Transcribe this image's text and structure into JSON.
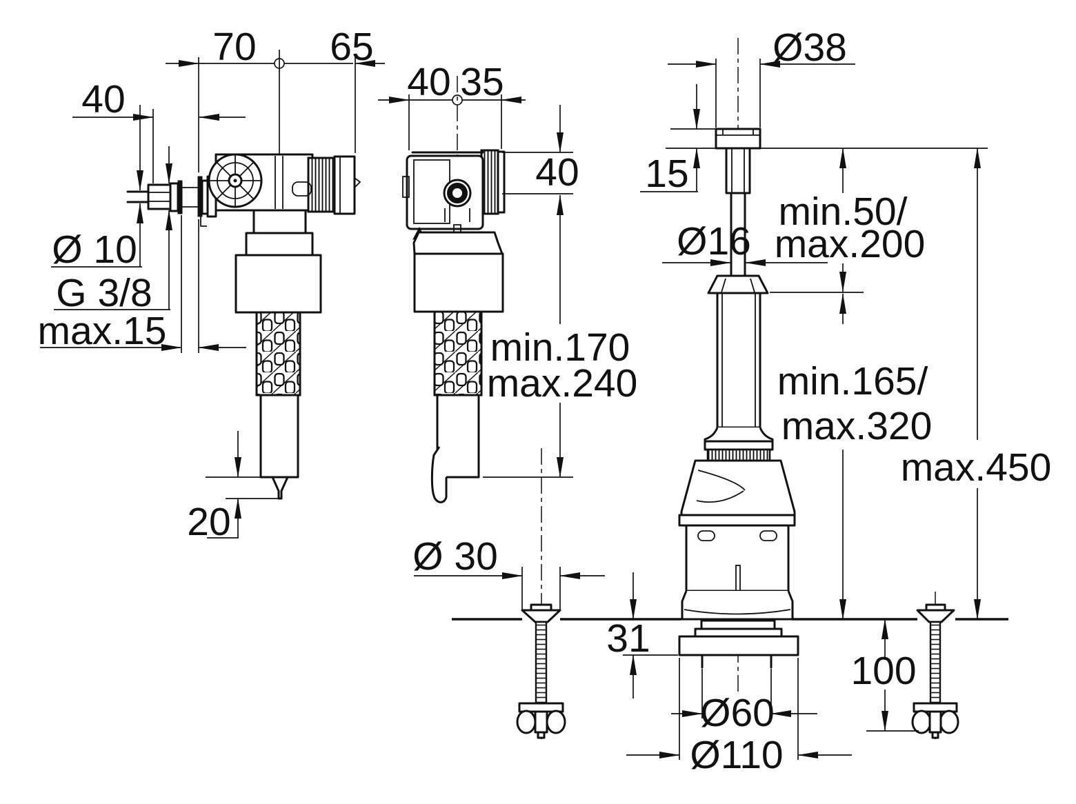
{
  "colors": {
    "line": "#111111",
    "background": "#ffffff"
  },
  "side_view": {
    "width_left": "70",
    "width_right": "65",
    "inlet_offset": "40",
    "pipe_diameter": "Ø 10",
    "thread_size": "G 3/8",
    "wall_thickness": "max.15",
    "nozzle_length": "20"
  },
  "front_view": {
    "width_left": "40",
    "width_right": "35",
    "head_height": "40",
    "length_min": "min.170",
    "length_max": "max.240"
  },
  "flush_valve_view": {
    "button_diameter": "Ø38",
    "button_height": "15",
    "rod_diameter": "Ø16",
    "rod_min": "min.50/",
    "rod_max": "max.200",
    "body_min": "min.165/",
    "body_max": "max.320",
    "overall_max": "max.450",
    "clamp_hole_diameter": "Ø 30",
    "flange_offset": "31",
    "clamp_height": "100",
    "outlet_diameter": "Ø60",
    "flange_diameter": "Ø110"
  }
}
